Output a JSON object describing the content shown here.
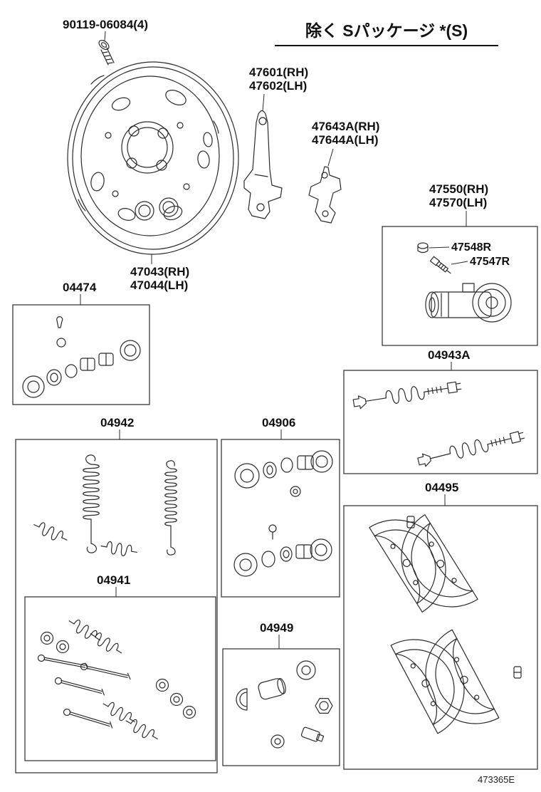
{
  "title": "除く Sパッケージ *(S)",
  "diagram_code": "473365E",
  "colors": {
    "ink": "#2b2b2b",
    "background": "#ffffff"
  },
  "parts": {
    "bolt": {
      "label": "90119-06084(4)"
    },
    "backing_plate": {
      "rh": "47043(RH)",
      "lh": "47044(LH)"
    },
    "parking_lever": {
      "rh": "47601(RH)",
      "lh": "47602(LH)"
    },
    "shoe_strut": {
      "rh": "47643A(RH)",
      "lh": "47644A(LH)"
    },
    "wheel_cylinder": {
      "rh": "47550(RH)",
      "lh": "47570(LH)"
    },
    "bleeder_cap": {
      "label": "47548R"
    },
    "bleeder_plug": {
      "label": "47547R"
    },
    "adjuster_kit": {
      "label": "04943A"
    },
    "cup_kit": {
      "label": "04474"
    },
    "spring_kit": {
      "label": "04942"
    },
    "hold_down_kit": {
      "label": "04941"
    },
    "cylinder_kit": {
      "label": "04906"
    },
    "plug_kit": {
      "label": "04949"
    },
    "shoe_kit": {
      "label": "04495"
    }
  }
}
